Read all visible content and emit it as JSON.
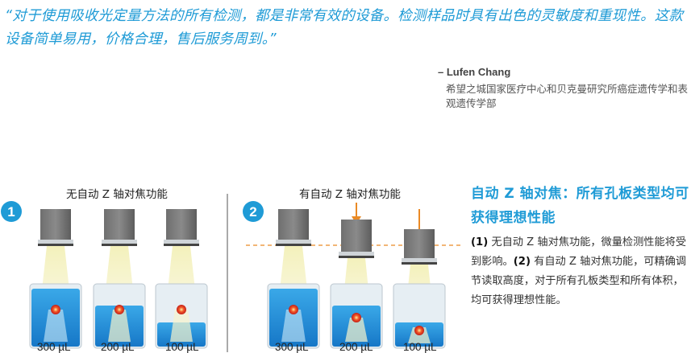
{
  "quote": "“对于使用吸收光定量方法的所有检测，都是非常有效的设备。检测样品时具有出色的灵敏度和重现性。这款设备简单易用，价格合理，售后服务周到。”",
  "author": "– Lufen Chang",
  "affiliation": "希望之城国家医疗中心和贝克曼研究所癌症遗传学和表观遗传学部",
  "panel1": {
    "number": "1",
    "title": "无自动 Z 轴对焦功能",
    "volumes": [
      "300 µL",
      "200 µL",
      "100 µL"
    ]
  },
  "panel2": {
    "number": "2",
    "title": "有自动 Z 轴对焦功能",
    "volumes": [
      "300 µL",
      "200 µL",
      "100 µL"
    ]
  },
  "heading": "自动 Z 轴对焦：所有孔板类型均可获得理想性能",
  "desc": {
    "p1_num": "(1)",
    "p1_text": " 无自动 Z 轴对焦功能，微量检测性能将受到影响。",
    "p2_num": "(2)",
    "p2_text": " 有自动 Z 轴对焦功能，可精确调节读取高度，对于所有孔板类型和所有体积，均可获得理想性能。"
  },
  "colors": {
    "accent": "#1f9bd6",
    "arrow": "#ea8a25",
    "liquid": "#1c8fd9",
    "sample": "#d82a1c"
  }
}
